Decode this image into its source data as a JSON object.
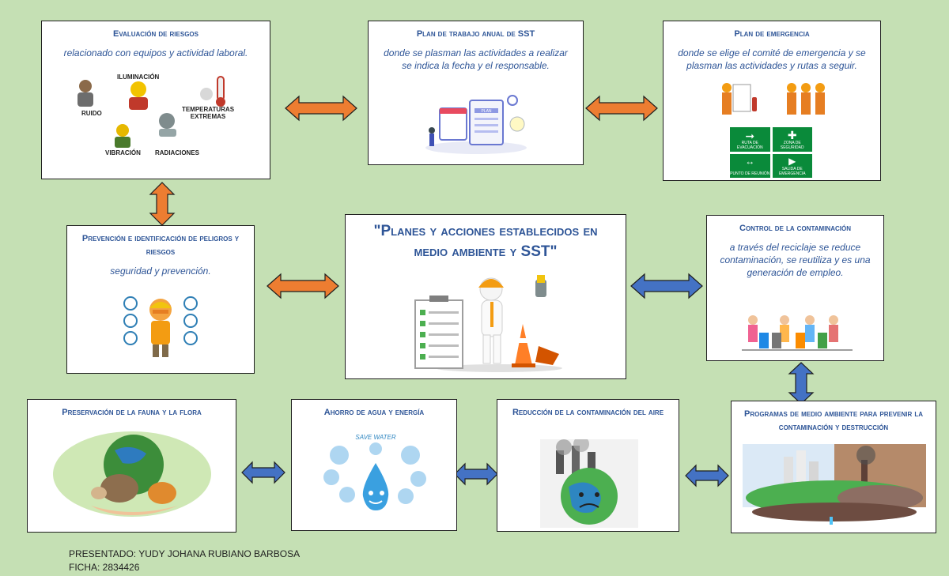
{
  "colors": {
    "background": "#c5e0b4",
    "title": "#2e5597",
    "arrow_orange": "#ed7d31",
    "arrow_blue": "#4472c4"
  },
  "boxes": {
    "evaluacion": {
      "title": "Evaluación de riesgos",
      "desc": "relacionado con equipos y actividad laboral.",
      "labels": {
        "ruido": "RUIDO",
        "iluminacion": "ILUMINACIÓN",
        "temperaturas": "TEMPERATURAS EXTREMAS",
        "vibracion": "VIBRACIÓN",
        "radiaciones": "RADIACIONES"
      }
    },
    "plan_trabajo": {
      "title": "Plan de trabajo anual de SST",
      "desc": "donde se plasman las actividades a realizar se indica la fecha y el responsable.",
      "plan_label": "PLAN"
    },
    "plan_emergencia": {
      "title": "Plan de emergencia",
      "desc": "donde se elige el comité de emergencia y se plasman las actividades y rutas a seguir.",
      "signs": [
        "RUTA DE EVACUACIÓN",
        "ZONA DE SEGURIDAD",
        "PUNTO DE REUNIÓN",
        "SALIDA DE EMERGENCIA"
      ]
    },
    "prevencion": {
      "title": "Prevención e identificación de peligros y riesgos",
      "desc": "seguridad y prevención."
    },
    "central": {
      "title": "\"Planes y acciones establecidos en medio ambiente y SST\""
    },
    "control": {
      "title": "Control de la contaminación",
      "desc": "a través del reciclaje se reduce contaminación, se reutiliza y es una generación de empleo."
    },
    "preservacion": {
      "title": "Preservación de la fauna y la flora"
    },
    "ahorro": {
      "title": "Ahorro de agua y energía",
      "save_text": "SAVE WATER"
    },
    "reduccion": {
      "title": "Reducción de la contaminación del aire"
    },
    "programas": {
      "title": "Programas de medio ambiente para prevenir la contaminación y destrucción"
    }
  },
  "footer": {
    "presented": "PRESENTADO: YUDY JOHANA RUBIANO BARBOSA",
    "ficha": "FICHA: 2834426"
  }
}
